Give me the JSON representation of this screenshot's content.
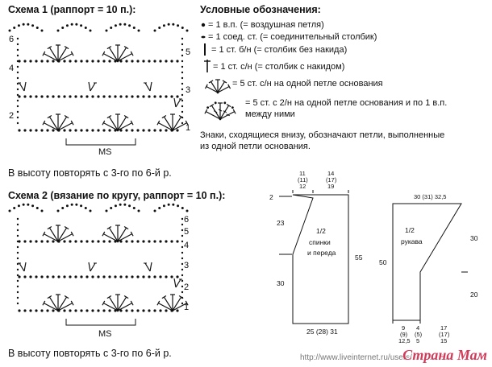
{
  "scheme1": {
    "title": "Схема 1 (раппорт = 10 п.):",
    "row_left": [
      "6",
      "4",
      "2"
    ],
    "row_right": [
      "5",
      "3",
      "1"
    ],
    "ms_label": "MS",
    "repeat_note": "В высоту повторять с 3-го по 6-й р."
  },
  "legend": {
    "title": "Условные обозначения:",
    "items": [
      "= 1 в.п. (= воздушная петля)",
      "= 1 соед. ст. (= соединительный столбик)",
      "= 1 ст. б/н (= столбик без накида)",
      "= 1 ст. с/н (= столбик с накидом)",
      "= 5 ст. с/н на одной петле основания",
      "= 5 ст. с 2/н на одной петле основания и по 1 в.п.",
      "между ними"
    ],
    "note_line1": "Знаки, сходящиеся внизу, обозначают петли, выполненные",
    "note_line2": "из одной петли основания."
  },
  "scheme2": {
    "title": "Схема 2 (вязание по кругу, раппорт = 10 п.):",
    "row_right": [
      "6",
      "5",
      "4",
      "3",
      "2",
      "1"
    ],
    "ms_label": "MS",
    "repeat_note": "В высоту повторять с 3-го по 6-й р."
  },
  "pattern_back": {
    "top_dims": [
      "11",
      "(11)",
      "12"
    ],
    "top_dims2": [
      "14",
      "(17)",
      "19"
    ],
    "left_dims": [
      "2",
      "23",
      "30"
    ],
    "right_dim": "55",
    "label_line1": "1/2",
    "label_line2": "спинки",
    "label_line3": "и переда",
    "bottom_dim": "25 (28) 31"
  },
  "pattern_sleeve": {
    "top_dim": "30 (31) 32,5",
    "left_dim": "50",
    "right_dims": [
      "30",
      "20"
    ],
    "label_line1": "1/2",
    "label_line2": "рукава",
    "bottom_dims_a": [
      "9",
      "(9)",
      "12,5"
    ],
    "bottom_dims_b": [
      "4",
      "(5)",
      "5"
    ],
    "bottom_dims_c": [
      "17",
      "(17)",
      "15"
    ]
  },
  "watermark": {
    "url": "http://www.liveinternet.ru/users/3/416742/",
    "site": "Страна Мам"
  }
}
